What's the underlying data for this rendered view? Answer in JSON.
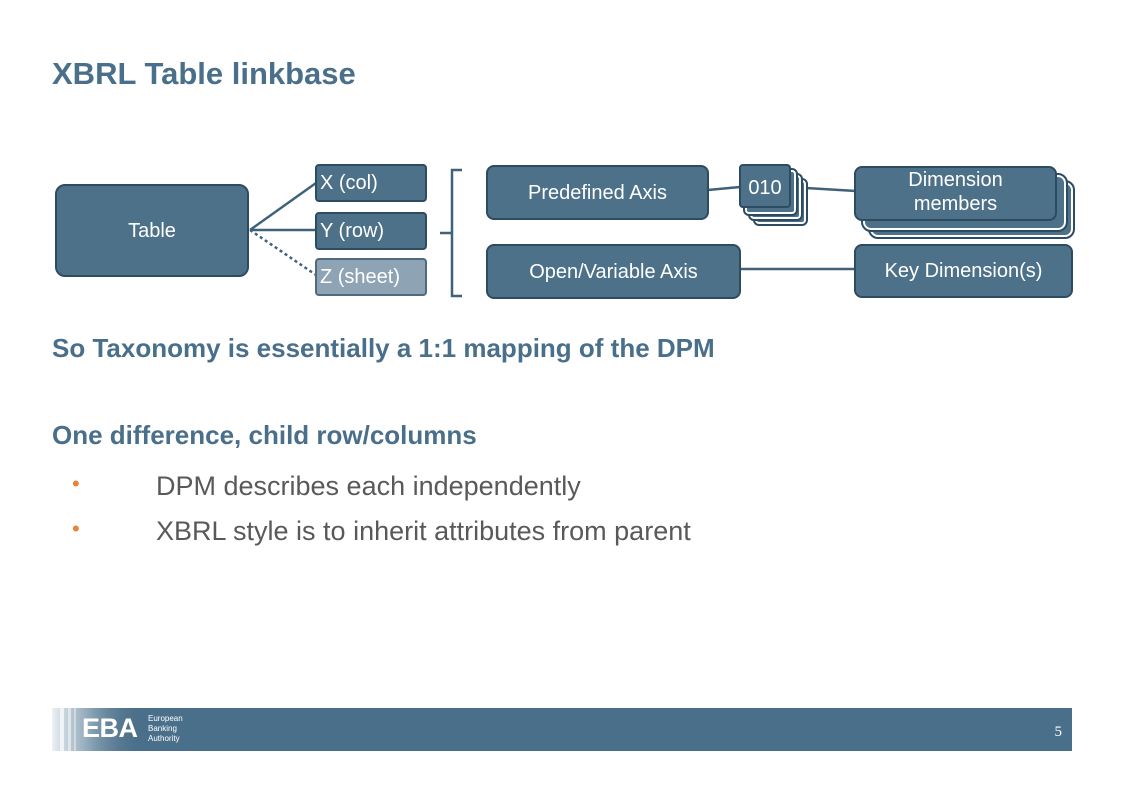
{
  "title": "XBRL Table linkbase",
  "diagram": {
    "table": "Table",
    "x_axis": "X (col)",
    "y_axis": "Y (row)",
    "z_axis": "Z (sheet)",
    "predefined_axis": "Predefined Axis",
    "open_axis": "Open/Variable Axis",
    "code": "010",
    "dimension_members": "Dimension members",
    "key_dimensions": "Key Dimension(s)"
  },
  "heading1": "So Taxonomy is essentially a 1:1 mapping of the DPM",
  "heading2": "One difference, child row/columns",
  "bullets": [
    "DPM describes each independently",
    "XBRL style is to inherit attributes from parent"
  ],
  "bullet_char": "•",
  "footer": {
    "logo": "EBA",
    "org_line1": "European",
    "org_line2": "Banking",
    "org_line3": "Authority",
    "page": "5"
  },
  "colors": {
    "title": "#4a6f8a",
    "box_fill": "#4d7189",
    "bullet": "#e8833a",
    "footer": "#4a6f8a"
  }
}
